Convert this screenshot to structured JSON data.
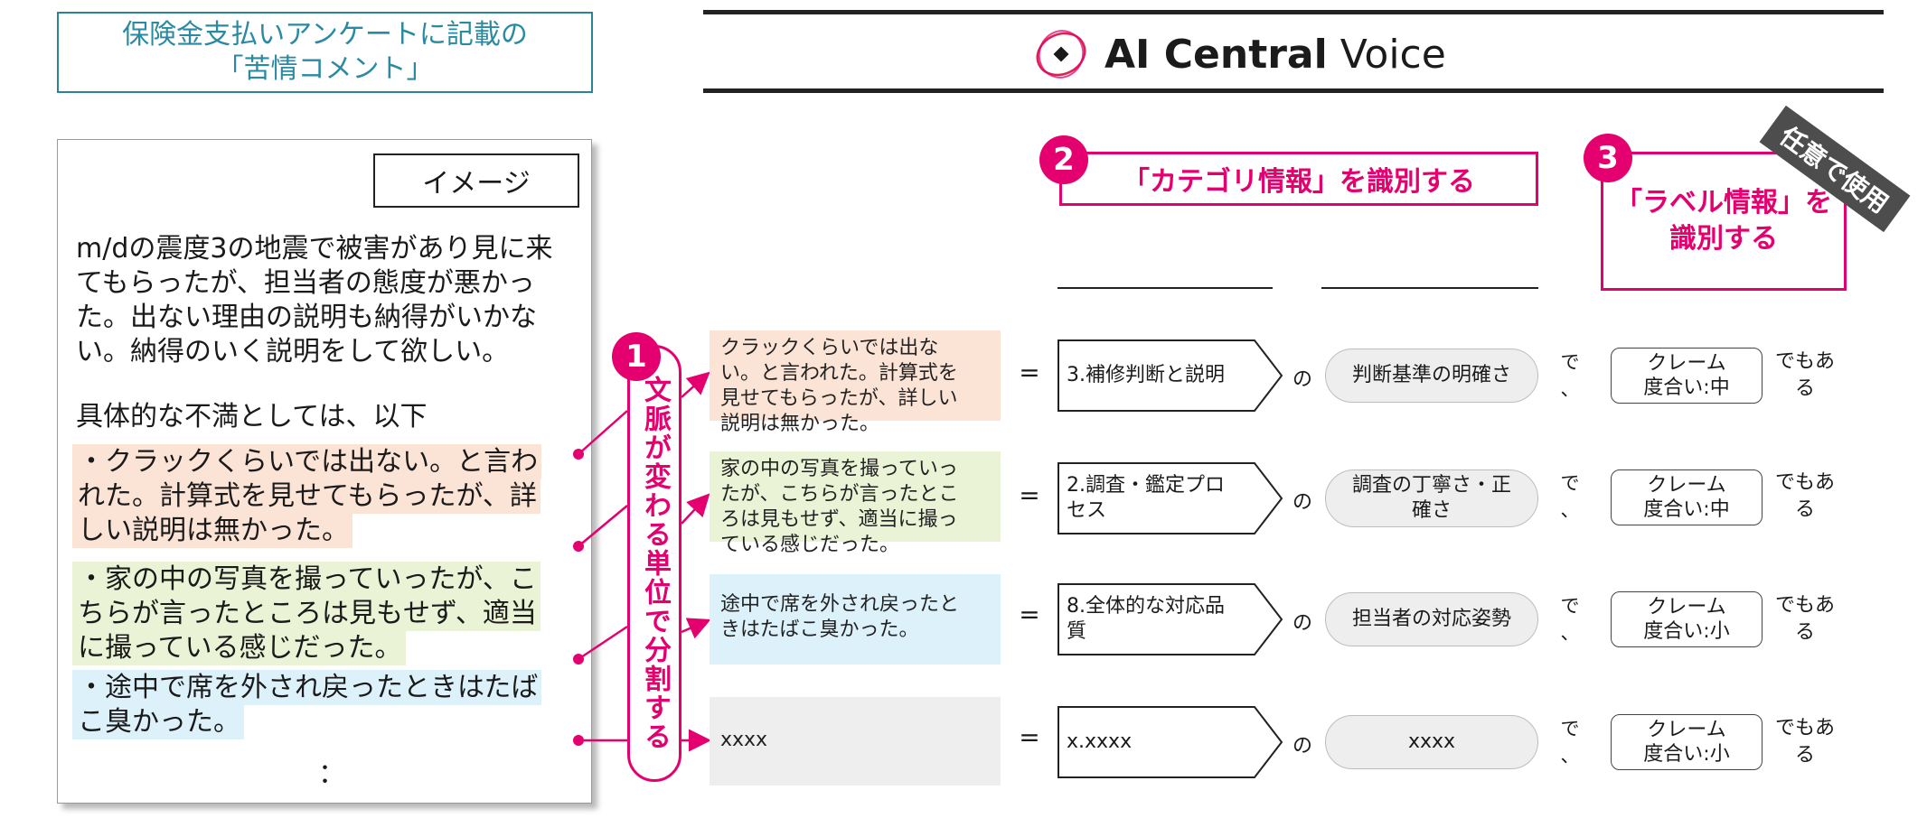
{
  "title_box": {
    "line1": "保険金支払いアンケートに記載の",
    "line2": "「苦情コメント」"
  },
  "logo": {
    "brand_bold": "AI Central",
    "brand_light": "Voice",
    "accent": "#e4006e"
  },
  "card": {
    "image_label": "イメージ",
    "para1": [
      "m/dの震度3の地震で被害があり見に来",
      "てもらったが、担当者の態度が悪かっ",
      "た。出ない理由の説明も納得がいかな",
      "い。納得のいく説明をして欲しい。"
    ],
    "intro": "具体的な不満としては、以下",
    "items": [
      [
        "・クラックくらいでは出ない。と言わ",
        "れた。計算式を見せてもらったが、詳",
        "しい説明は無かった。"
      ],
      [
        "・家の中の写真を撮っていったが、こ",
        "ちらが言ったところは見もせず、適当",
        "に撮っている感じだった。"
      ],
      [
        "・途中で席を外され戻ったときはたば",
        "こ臭かった。"
      ]
    ],
    "ellipsis": "："
  },
  "step1": {
    "number": "1",
    "text": "文脈が変わる単位で分割する"
  },
  "step2": {
    "number": "2",
    "text": "「カテゴリ情報」を識別する"
  },
  "step3": {
    "number": "3",
    "line1": "「ラベル情報」を",
    "line2": "識別する",
    "tag": "任意で使用"
  },
  "rows": [
    {
      "segment": [
        "クラックくらいでは出な",
        "い。と言われた。計算式を",
        "見せてもらったが、詳しい",
        "説明は無かった。"
      ],
      "equals": "=",
      "category": [
        "3.補修判断と説明"
      ],
      "no": "の",
      "subcategory": [
        "判断基準の明確さ"
      ],
      "de": [
        "で",
        "、"
      ],
      "label": [
        "クレーム",
        "度合い:中"
      ],
      "demo": [
        "でもあ",
        "る"
      ]
    },
    {
      "segment": [
        "家の中の写真を撮っていっ",
        "たが、こちらが言ったとこ",
        "ろは見もせず、適当に撮っ",
        "ている感じだった。"
      ],
      "equals": "=",
      "category": [
        "2.調査・鑑定プロ",
        "セス"
      ],
      "no": "の",
      "subcategory": [
        "調査の丁寧さ・正",
        "確さ"
      ],
      "de": [
        "で",
        "、"
      ],
      "label": [
        "クレーム",
        "度合い:中"
      ],
      "demo": [
        "でもあ",
        "る"
      ]
    },
    {
      "segment": [
        "途中で席を外され戻ったと",
        "きはたばこ臭かった。"
      ],
      "equals": "=",
      "category": [
        "8.全体的な対応品",
        "質"
      ],
      "no": "の",
      "subcategory": [
        "担当者の対応姿勢"
      ],
      "de": [
        "で",
        "、"
      ],
      "label": [
        "クレーム",
        "度合い:小"
      ],
      "demo": [
        "でもあ",
        "る"
      ]
    },
    {
      "segment": [
        "xxxx"
      ],
      "equals": "=",
      "category": [
        "x.xxxx"
      ],
      "no": "の",
      "subcategory": [
        "xxxx"
      ],
      "de": [
        "で",
        "、"
      ],
      "label": [
        "クレーム",
        "度合い:小"
      ],
      "demo": [
        "でもあ",
        "る"
      ]
    }
  ]
}
